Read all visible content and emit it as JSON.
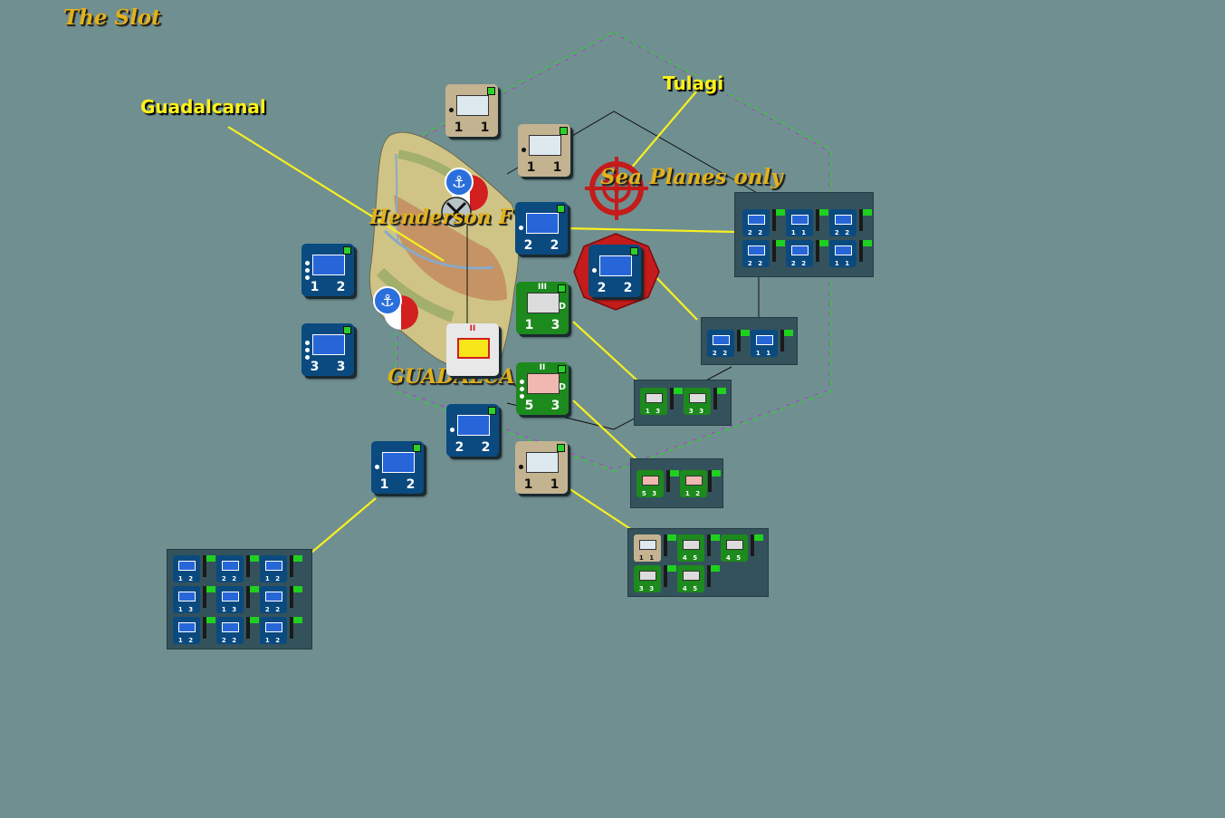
{
  "map_labels": {
    "the_slot": "The Slot",
    "guadalcanal_label": "Guadalcanal",
    "tulagi_label": "Tulagi",
    "sea_planes_only": "Sea Planes only",
    "henderson_field": "Henderson F",
    "henderson_prefix": "Hende",
    "henderson_suffix": "on F",
    "guadalcanal_island": "GUADALCA"
  },
  "counters": [
    {
      "id": "tan-1",
      "values": [
        "1",
        "1"
      ]
    },
    {
      "id": "tan-2",
      "values": [
        "1",
        "1"
      ]
    },
    {
      "id": "navy-3",
      "values": [
        "2",
        "2"
      ]
    },
    {
      "id": "navy-hex",
      "values": [
        "2",
        "2"
      ]
    },
    {
      "id": "navy-left-1",
      "values": [
        "1",
        "2"
      ]
    },
    {
      "id": "navy-left-2",
      "values": [
        "3",
        "3"
      ]
    },
    {
      "id": "green-1",
      "top": "III",
      "side": "D",
      "values": [
        "1",
        "3"
      ]
    },
    {
      "id": "white-1",
      "top": "II"
    },
    {
      "id": "green-2",
      "top": "II",
      "side": "D",
      "values": [
        "5",
        "3"
      ]
    },
    {
      "id": "navy-4",
      "values": [
        "2",
        "2"
      ]
    },
    {
      "id": "navy-5",
      "values": [
        "1",
        "2"
      ]
    },
    {
      "id": "tan-3",
      "values": [
        "1",
        "1"
      ]
    }
  ],
  "stacks": {
    "tulagi_stack": [
      "2 2",
      "1 1",
      "2 2",
      "2 2",
      "2 2",
      "1 1"
    ],
    "right_pair": [
      "2 2",
      "1 1"
    ],
    "green_pair": [
      "1 3",
      "3 3"
    ],
    "green_pair_2": [
      "5 3",
      "1 2"
    ],
    "mixed_stack": [
      "1 1",
      "4 5",
      "4 5",
      "3 3",
      "4 5"
    ],
    "left_stack": [
      "1 2",
      "2 2",
      "1 2",
      "1 3",
      "1 3",
      "2 2",
      "1 2",
      "2 2",
      "1 2"
    ]
  },
  "colors": {
    "sea": "#708f91",
    "navy": "#0a4a7f",
    "green": "#1c8a1c",
    "tan": "#c4b390",
    "label_yellow": "#fff21a",
    "label_gold": "#e2b21c"
  }
}
